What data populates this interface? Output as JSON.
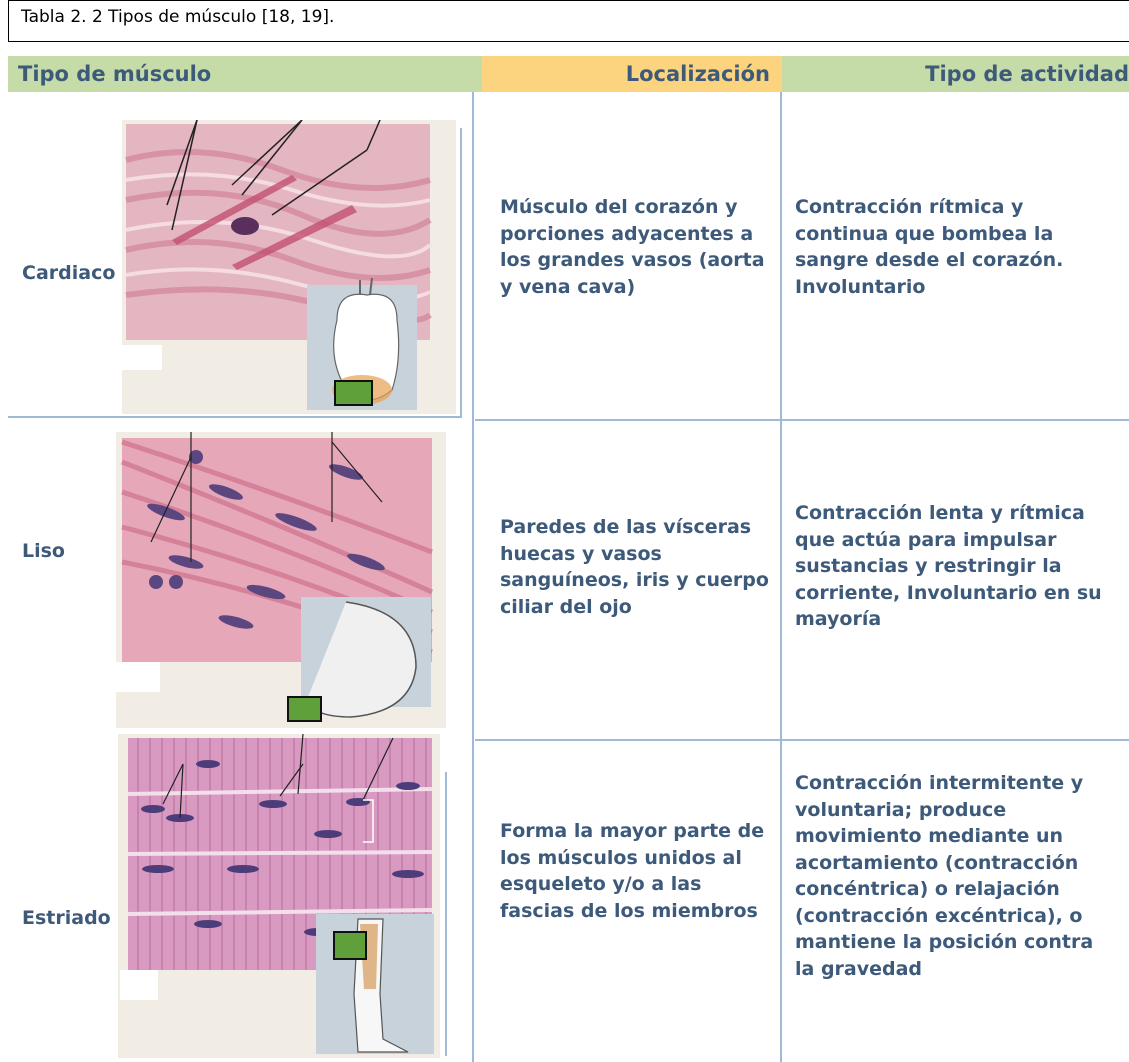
{
  "caption": "Tabla  2. 2 Tipos de músculo [18, 19].",
  "headers": {
    "tipo": "Tipo de músculo",
    "localizacion": "Localización",
    "actividad": "Tipo de actividad"
  },
  "rows": [
    {
      "tipo": "Cardiaco",
      "localizacion": "Músculo del corazón y porciones adyacentes a los grandes vasos (aorta y vena cava)",
      "actividad": "Contracción rítmica y continua que bombea la sangre desde el corazón. Involuntario",
      "image": "cardiac-muscle-histology"
    },
    {
      "tipo": "Liso",
      "localizacion": "Paredes de las vísceras huecas y vasos sanguíneos, iris y cuerpo ciliar del ojo",
      "actividad": "Contracción lenta y rítmica que actúa para impulsar sustancias y restringir la corriente, Involuntario en su mayoría",
      "image": "smooth-muscle-histology"
    },
    {
      "tipo": "Estriado",
      "localizacion": "Forma la mayor parte de los músculos unidos al esqueleto y/o a las fascias de los miembros",
      "actividad": "Contracción intermitente y voluntaria; produce movimiento mediante un acortamiento (contracción concéntrica) o relajación (contracción excéntrica), o mantiene la posición contra la gravedad",
      "image": "skeletal-muscle-histology"
    }
  ],
  "colors": {
    "header_green": "#c5dba8",
    "header_orange": "#fcd37e",
    "text_blue": "#3d5a7a",
    "rule_blue": "#9fbad6"
  }
}
